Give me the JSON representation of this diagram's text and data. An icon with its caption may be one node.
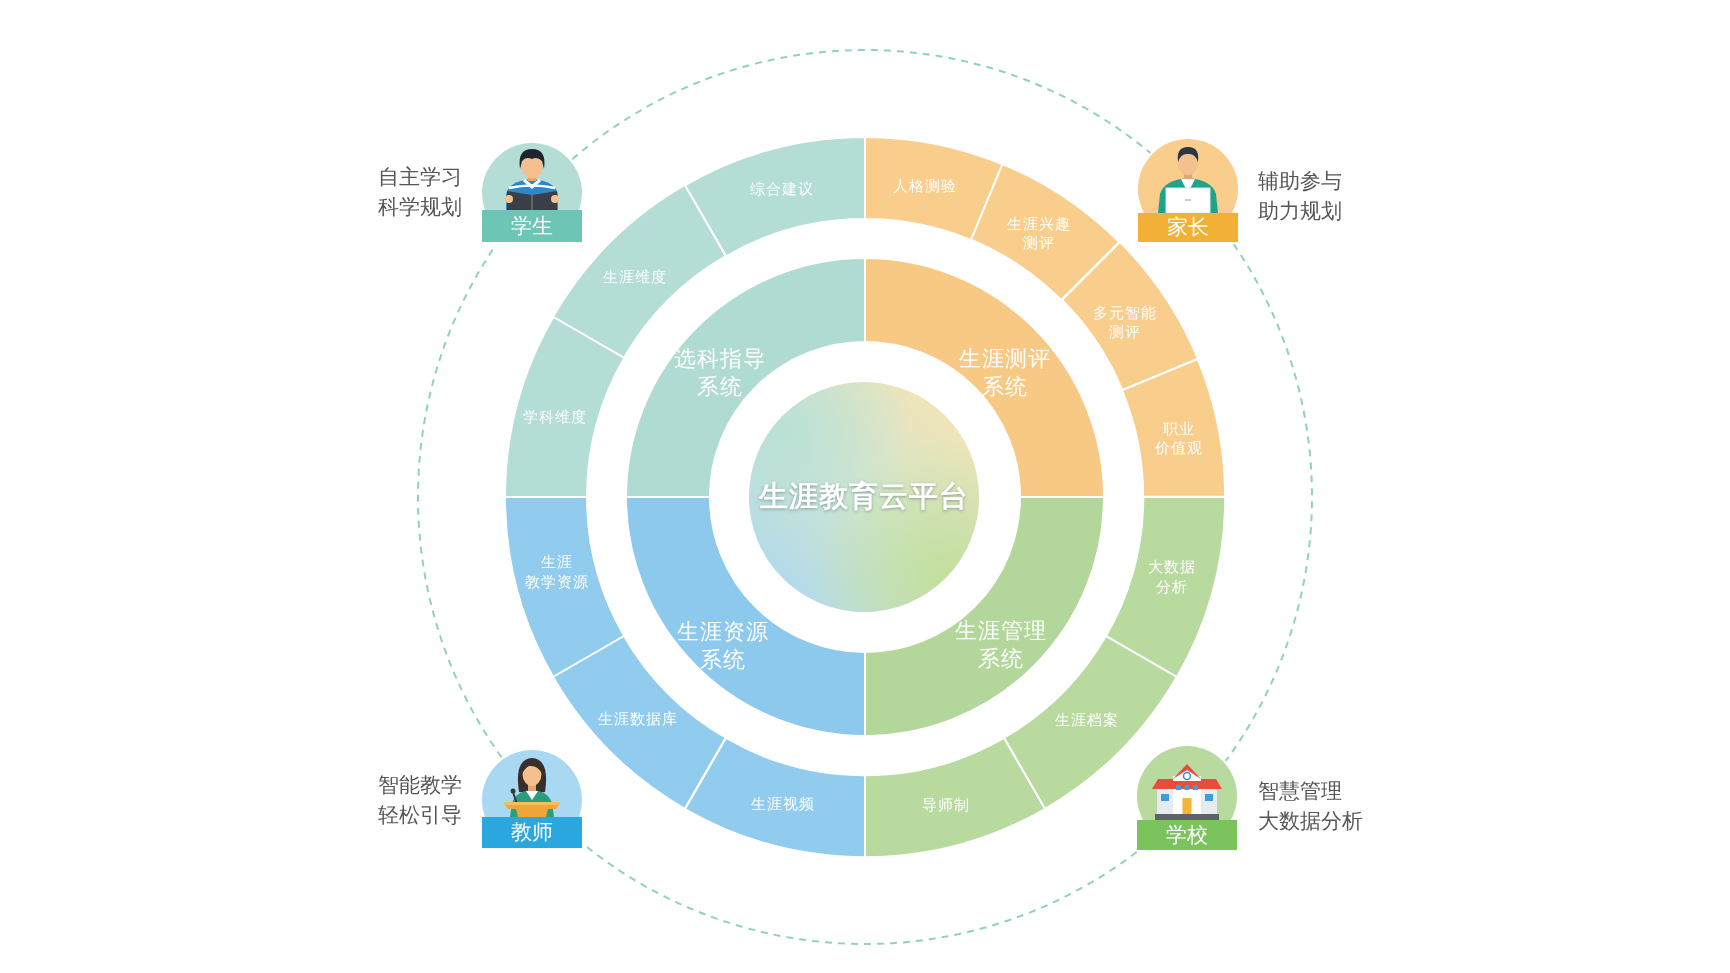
{
  "diagram": {
    "nodes": [
      {
        "text": [
          "学生"
        ],
        "beside": [
          "自主学习科学规划"
        ]
      },
      {
        "text": [
          "家长"
        ],
        "beside": [
          "辅助参与助力规划"
        ]
      },
      {
        "text": [
          "综合建议"
        ]
      },
      {
        "text": [
          "人格测验"
        ]
      },
      {
        "text": [
          "生涯兴趣测评"
        ]
      },
      {
        "text": [
          "生涯维度"
        ]
      },
      {
        "text": [
          "多元智能测评"
        ]
      },
      {
        "text": [
          "选科指导系统"
        ]
      },
      {
        "text": [
          "生涯测评系统"
        ]
      },
      {
        "text": [
          "学科维度"
        ]
      },
      {
        "text": [
          "职业价值观"
        ]
      },
      {
        "text": [
          "生涯教育云平台"
        ]
      },
      {
        "text": [
          "生涯教学资源"
        ]
      },
      {
        "text": [
          "大数据分析"
        ]
      },
      {
        "text": [
          "生涯资源系统"
        ]
      },
      {
        "text": [
          "生涯管理系统"
        ]
      },
      {
        "text": [
          "生涯数据库"
        ]
      },
      {
        "text": [
          "生涯档案"
        ]
      },
      {
        "text": [
          "生涯视频"
        ]
      },
      {
        "text": [
          "导师制"
        ]
      },
      {
        "text": [
          "教师"
        ],
        "beside": [
          "智能教学轻松引导"
        ]
      },
      {
        "text": [
          "学校"
        ],
        "beside": [
          "智慧管理大数据分析"
        ]
      }
    ],
    "edges": [
      {
        "from": 0,
        "to": 1,
        "arrow": "none",
        "style": "dashed"
      },
      {
        "from": 1,
        "to": 21,
        "arrow": "none",
        "style": "dashed"
      },
      {
        "from": 21,
        "to": 20,
        "arrow": "none",
        "style": "dashed"
      },
      {
        "from": 20,
        "to": 0,
        "arrow": "none",
        "style": "dashed"
      }
    ]
  }
}
